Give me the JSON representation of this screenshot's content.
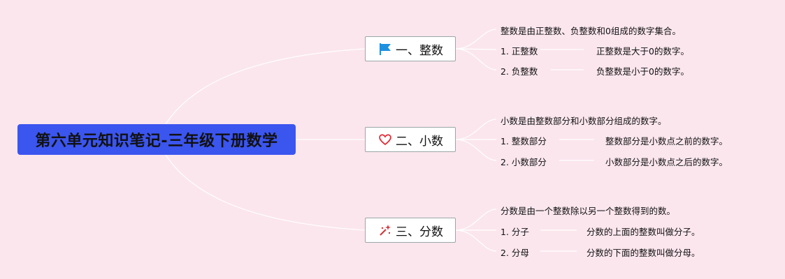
{
  "root": {
    "title": "第六单元知识笔记-三年级下册数学"
  },
  "branches": [
    {
      "label": "一、整数",
      "icon": "flag-icon",
      "summary": "整数是由正整数、负整数和0组成的数字集合。",
      "items": [
        {
          "label": "1. 正整数",
          "desc": "正整数是大于0的数字。"
        },
        {
          "label": "2. 负整数",
          "desc": "负整数是小于0的数字。"
        }
      ]
    },
    {
      "label": "二、小数",
      "icon": "heart-icon",
      "summary": "小数是由整数部分和小数部分组成的数字。",
      "items": [
        {
          "label": "1. 整数部分",
          "desc": "整数部分是小数点之前的数字。"
        },
        {
          "label": "2. 小数部分",
          "desc": "小数部分是小数点之后的数字。"
        }
      ]
    },
    {
      "label": "三、分数",
      "icon": "sparkle-wand-icon",
      "summary": "分数是由一个整数除以另一个整数得到的数。",
      "items": [
        {
          "label": "1. 分子",
          "desc": "分数的上面的整数叫做分子。"
        },
        {
          "label": "2. 分母",
          "desc": "分数的下面的整数叫做分母。"
        }
      ]
    }
  ],
  "colors": {
    "background": "#fbe6ee",
    "root_fill": "#3b55ef",
    "branch_border": "#9aa6a6",
    "connector": "#ffffff",
    "flag": "#1e90e0",
    "heart": "#e0303a",
    "wand": "#d0343a"
  }
}
